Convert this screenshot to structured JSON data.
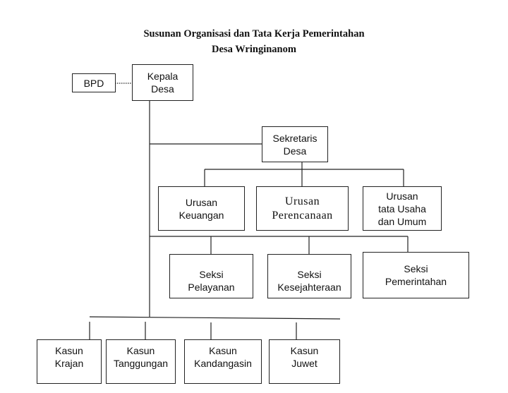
{
  "title": {
    "line1": "Susunan Organisasi dan Tata Kerja Pemerintahan",
    "line2": "Desa Wringinanom"
  },
  "nodes": {
    "bpd": "BPD",
    "kepala_desa": "Kepala\nDesa",
    "sekretaris_desa": "Sekretaris\nDesa",
    "urusan_keuangan": "Urusan\nKeuangan",
    "urusan_perencanaan": "Urusan\nPerencanaan",
    "urusan_tata_usaha": "Urusan\ntata Usaha\ndan Umum",
    "seksi_pelayanan": "Seksi\nPelayanan",
    "seksi_kesejahteraan": "Seksi\nKesejahteraan",
    "seksi_pemerintahan": "Seksi\nPemerintahan",
    "kasun_krajan": "Kasun\nKrajan",
    "kasun_tanggungan": "Kasun\nTanggungan",
    "kasun_kandangasin": "Kasun\nKandangasin",
    "kasun_juwet": "Kasun\nJuwet"
  }
}
